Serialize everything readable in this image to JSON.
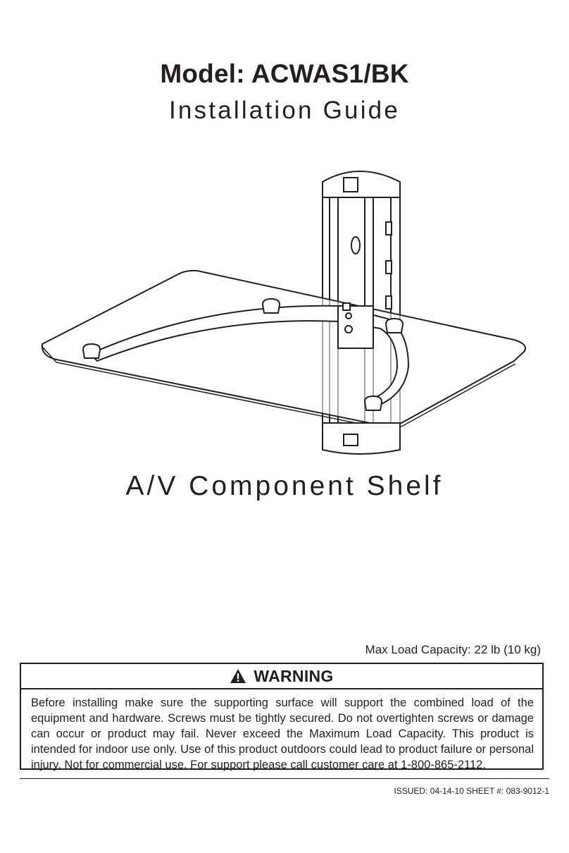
{
  "header": {
    "model": "Model: ACWAS1/BK",
    "guide": "Installation Guide"
  },
  "illustration": {
    "icon": "av-shelf-illustration"
  },
  "product": {
    "name": "A/V Component Shelf"
  },
  "max_load": "Max Load Capacity: 22 lb (10 kg)",
  "warning": {
    "icon": "warning-triangle-icon",
    "title": "WARNING",
    "text": "Before installing make sure the supporting surface will support the combined load of the equipment and hardware. Screws must be tightly secured. Do not overtighten screws or damage can occur or product may fail. Never exceed the Maximum Load Capacity. This product is intended for indoor use only. Use of this product outdoors could lead to product failure or personal injury. Not for commercial use. For support please call customer care at 1-800-865-2112."
  },
  "footer": {
    "issued": "ISSUED: 04-14-10  SHEET #: 083-9012-1"
  }
}
